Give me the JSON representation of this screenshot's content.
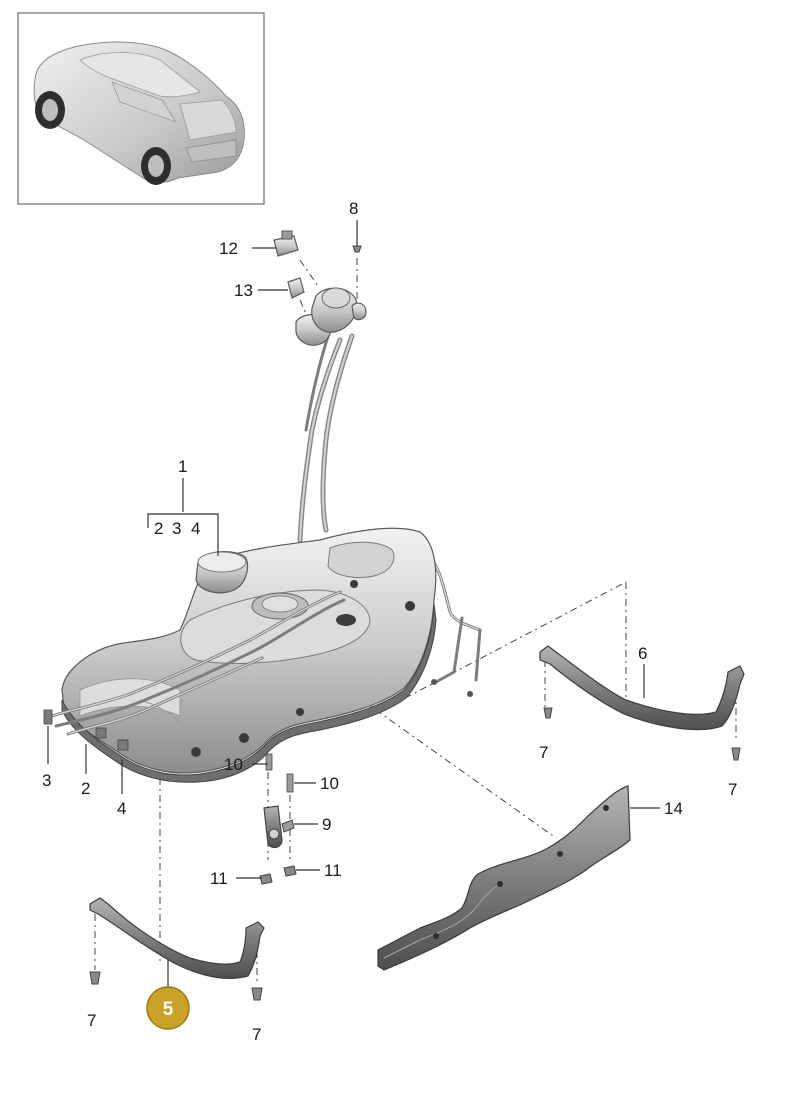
{
  "diagram": {
    "callouts": {
      "c1": "1",
      "c2a": "2",
      "c3a": "3",
      "c4a": "4",
      "c2b": "2",
      "c3b": "3",
      "c4b": "4",
      "c5": "5",
      "c6": "6",
      "c7a": "7",
      "c7b": "7",
      "c7c": "7",
      "c7d": "7",
      "c8": "8",
      "c9": "9",
      "c10a": "10",
      "c10b": "10",
      "c11a": "11",
      "c11b": "11",
      "c12": "12",
      "c13": "13",
      "c14": "14"
    },
    "highlight_color": "#c9a227",
    "highlight_border": "#9a7a12"
  }
}
